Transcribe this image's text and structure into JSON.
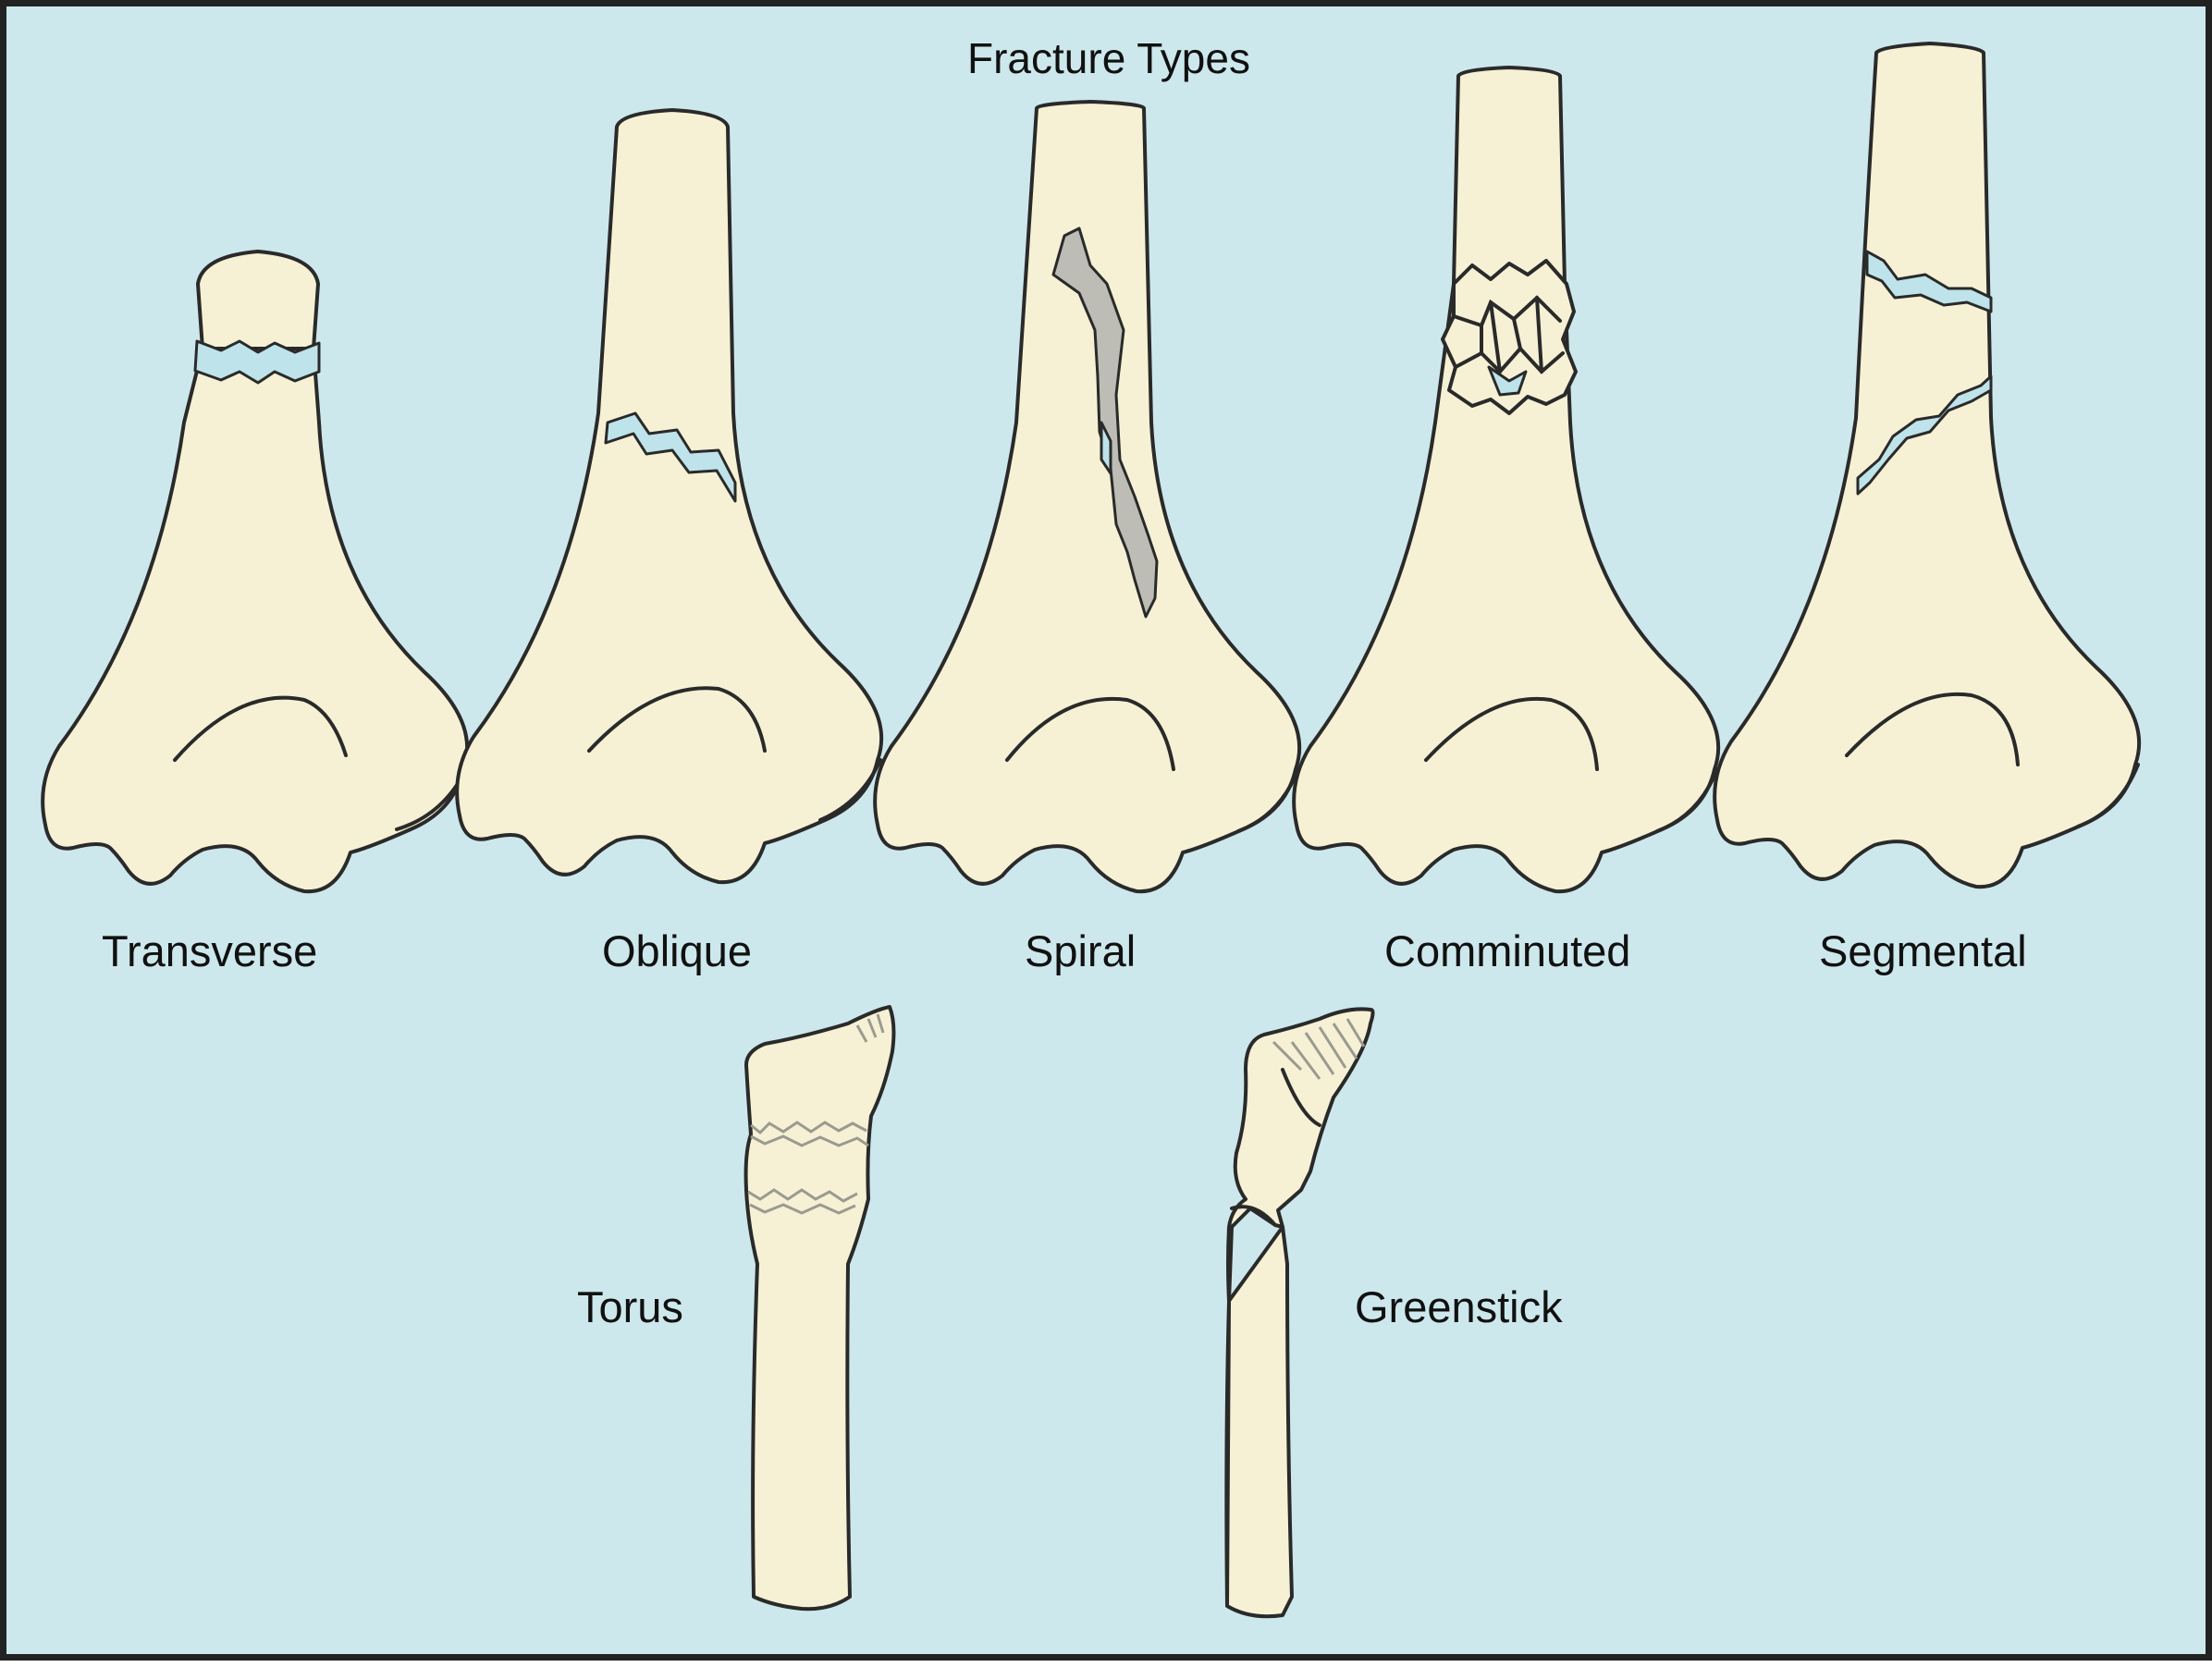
{
  "title": "Fracture Types",
  "labels": {
    "transverse": "Transverse",
    "oblique": "Oblique",
    "spiral": "Spiral",
    "comminuted": "Comminuted",
    "segmental": "Segmental",
    "torus": "Torus",
    "greenstick": "Greenstick"
  },
  "colors": {
    "background": "#cde8ec",
    "bone": "#f6f1d4",
    "outline": "#2a2a2a",
    "fragment": "#bdbdb6"
  }
}
